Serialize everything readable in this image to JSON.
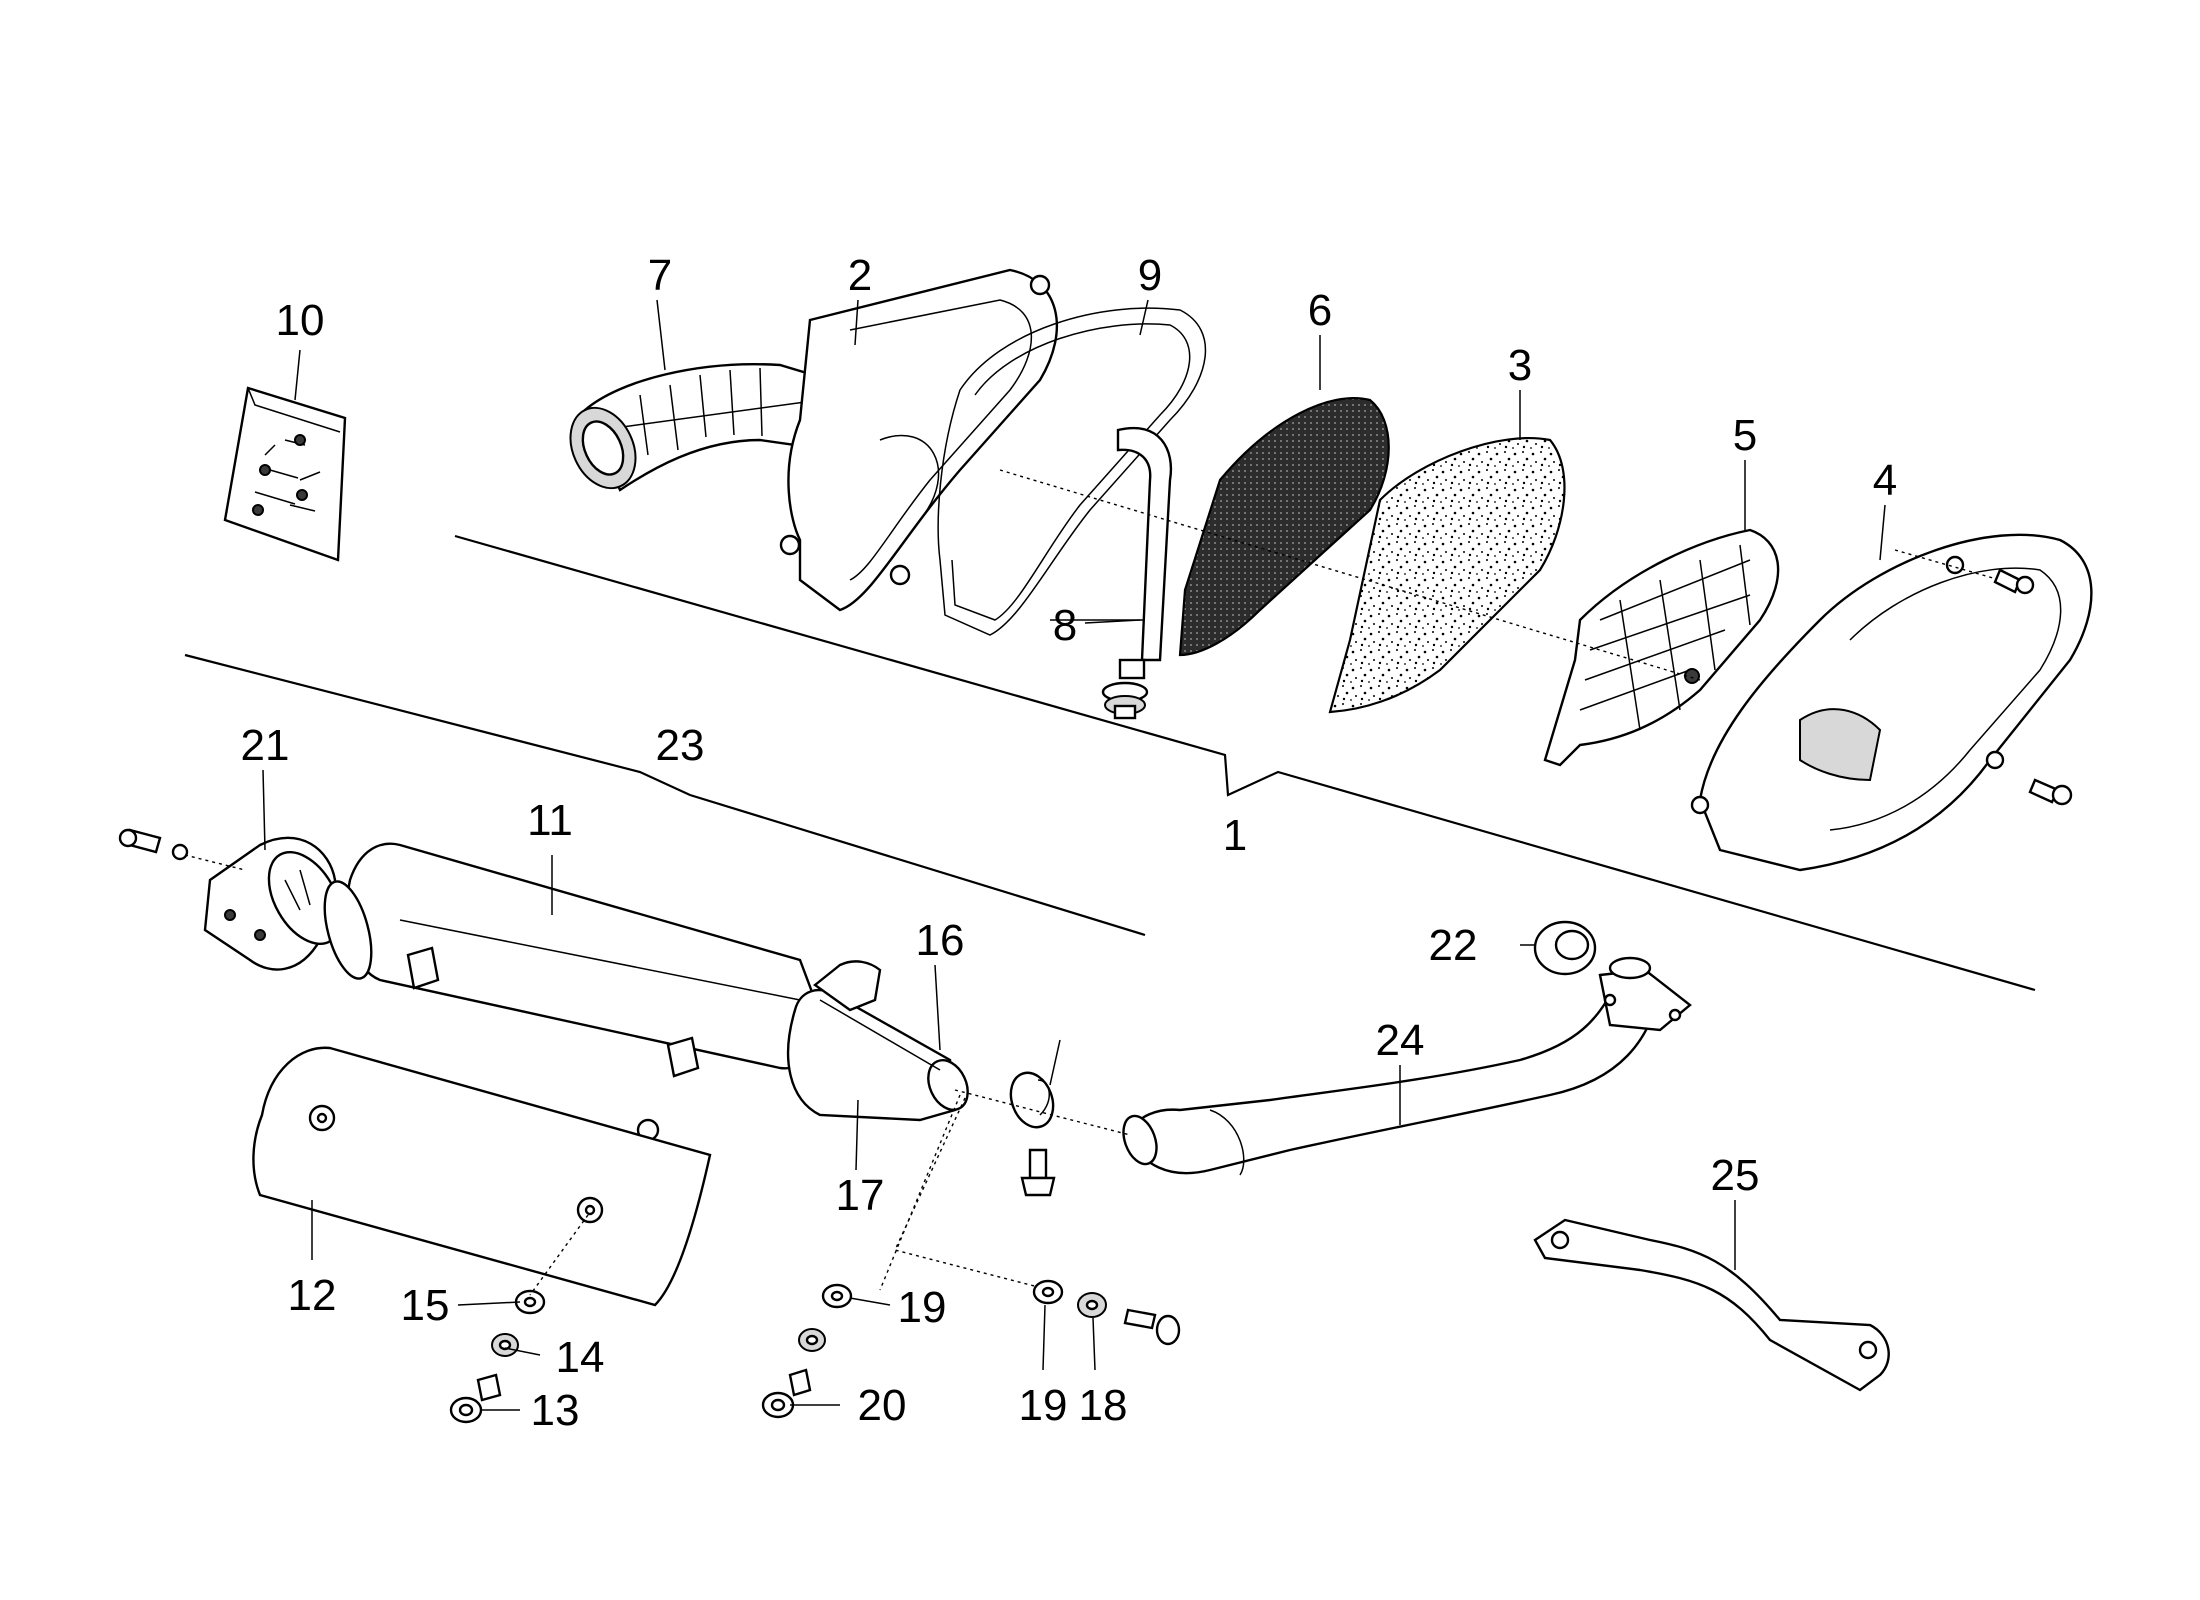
{
  "labels": {
    "l1": "1",
    "l2": "2",
    "l3": "3",
    "l4": "4",
    "l5": "5",
    "l6": "6",
    "l7": "7",
    "l8": "8",
    "l9": "9",
    "l10": "10",
    "l11": "11",
    "l12": "12",
    "l13": "13",
    "l14": "14",
    "l15": "15",
    "l16": "16",
    "l17": "17",
    "l18": "18",
    "l19a": "19",
    "l19b": "19",
    "l20": "20",
    "l21": "21",
    "l22": "22",
    "l23": "23",
    "l24": "24",
    "l25": "25"
  }
}
